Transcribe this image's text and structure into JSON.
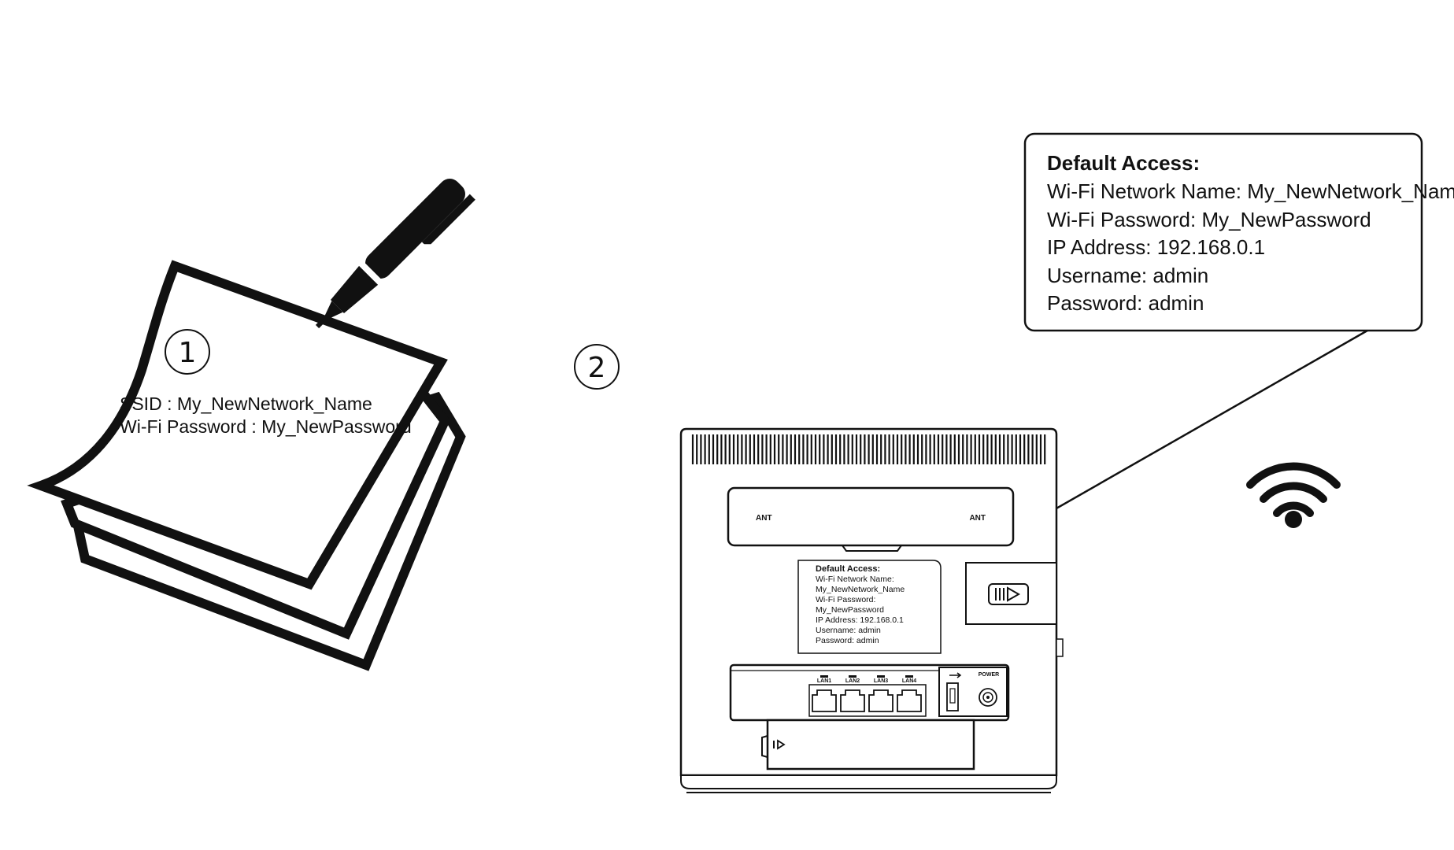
{
  "step1": {
    "number": "1",
    "note_lines": [
      "SSID : My_NewNetwork_Name",
      "Wi-Fi Password : My_NewPassword"
    ]
  },
  "step2": {
    "number": "2"
  },
  "callout": {
    "title": "Default Access:",
    "lines": [
      "Wi-Fi Network Name: My_NewNetwork_Name",
      "Wi-Fi Password: My_NewPassword",
      "IP Address: 192.168.0.1",
      "Username: admin",
      "Password: admin"
    ]
  },
  "router_label": {
    "title": "Default Access:",
    "lines": [
      "Wi-Fi Network Name:",
      "My_NewNetwork_Name",
      "Wi-Fi Password:",
      "My_NewPassword",
      "IP Address: 192.168.0.1",
      "Username: admin",
      "Password: admin"
    ]
  },
  "router": {
    "antenna_left": "ANT",
    "antenna_right": "ANT",
    "lan_ports": [
      "LAN1",
      "LAN2",
      "LAN3",
      "LAN4"
    ],
    "power_label": "POWER"
  },
  "icons": [
    "pen-icon",
    "notepad-icon",
    "router-icon",
    "wifi-icon"
  ]
}
